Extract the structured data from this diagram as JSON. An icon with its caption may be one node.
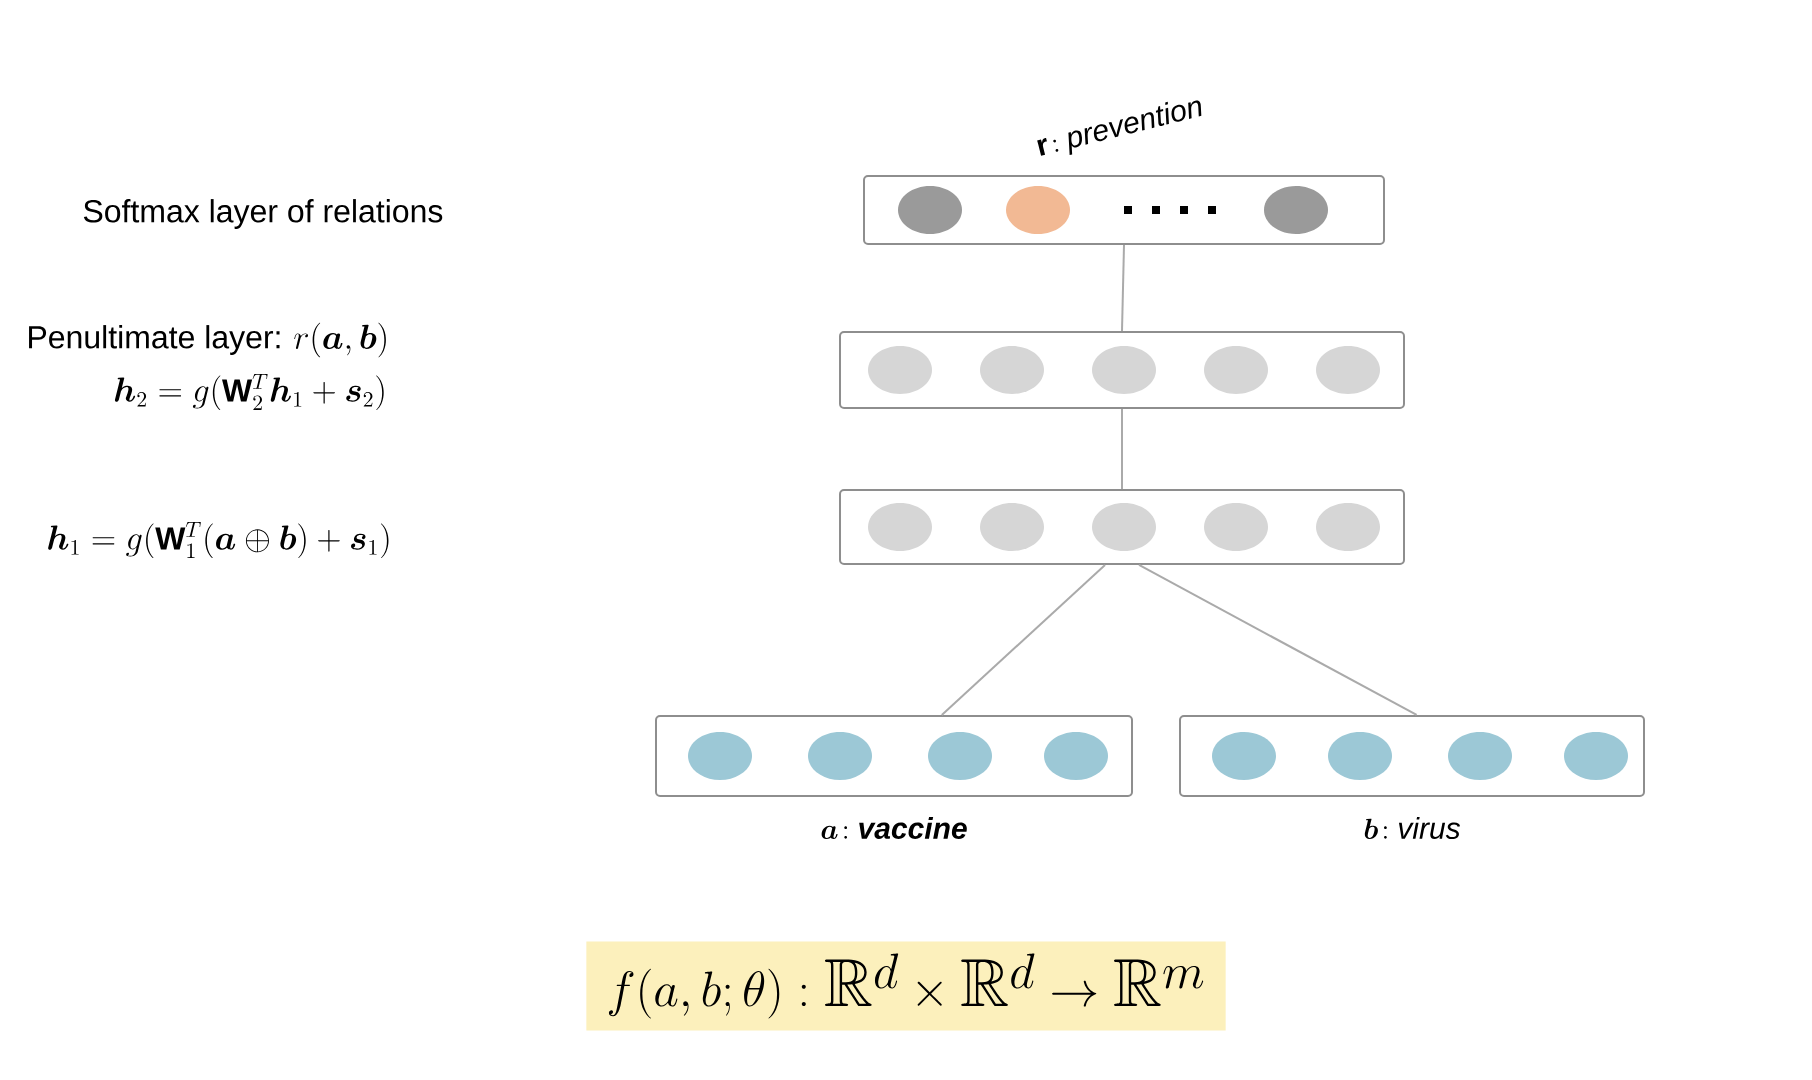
{
  "diagram": {
    "caption": "f(a, b; \\theta) : \\mathbb{R}^d \\times \\mathbb{R}^d \\to \\mathbb{R}^m",
    "nodes": [
      {
        "text": [],
        "shape": "box",
        "beside": [
          "\\mathbf{r}\\!: \\mathit{prevention}"
        ]
      },
      {
        "text": [],
        "shape": "box"
      },
      {
        "text": [],
        "shape": "box"
      },
      {
        "text": [],
        "shape": "box",
        "beside": [
          "\\boldsymbol{a}\\!: \\boldsymbol{\\mathit{vaccine}}"
        ]
      },
      {
        "text": [],
        "shape": "box",
        "beside": [
          "\\boldsymbol{b}\\!: \\mathit{virus}"
        ]
      }
    ],
    "edges": [
      {
        "from": 0,
        "to": 1,
        "arrow": "none"
      },
      {
        "from": 1,
        "to": 2,
        "arrow": "none"
      },
      {
        "from": 2,
        "to": 3,
        "arrow": "none"
      },
      {
        "from": 2,
        "to": 4,
        "arrow": "none"
      }
    ],
    "labels": [
      "Softmax layer of relations",
      "Penultimate layer:",
      "r(\\boldsymbol{a}, \\boldsymbol{b})",
      "\\boldsymbol{h}_2 = g(\\mathbf{W}_2^T \\boldsymbol{h}_1 + \\boldsymbol{s}_2)",
      "\\boldsymbol{h}_1 = g(\\mathbf{W}_1^T (\\boldsymbol{a} \\oplus \\boldsymbol{b}) + \\boldsymbol{s}_1)"
    ]
  }
}
